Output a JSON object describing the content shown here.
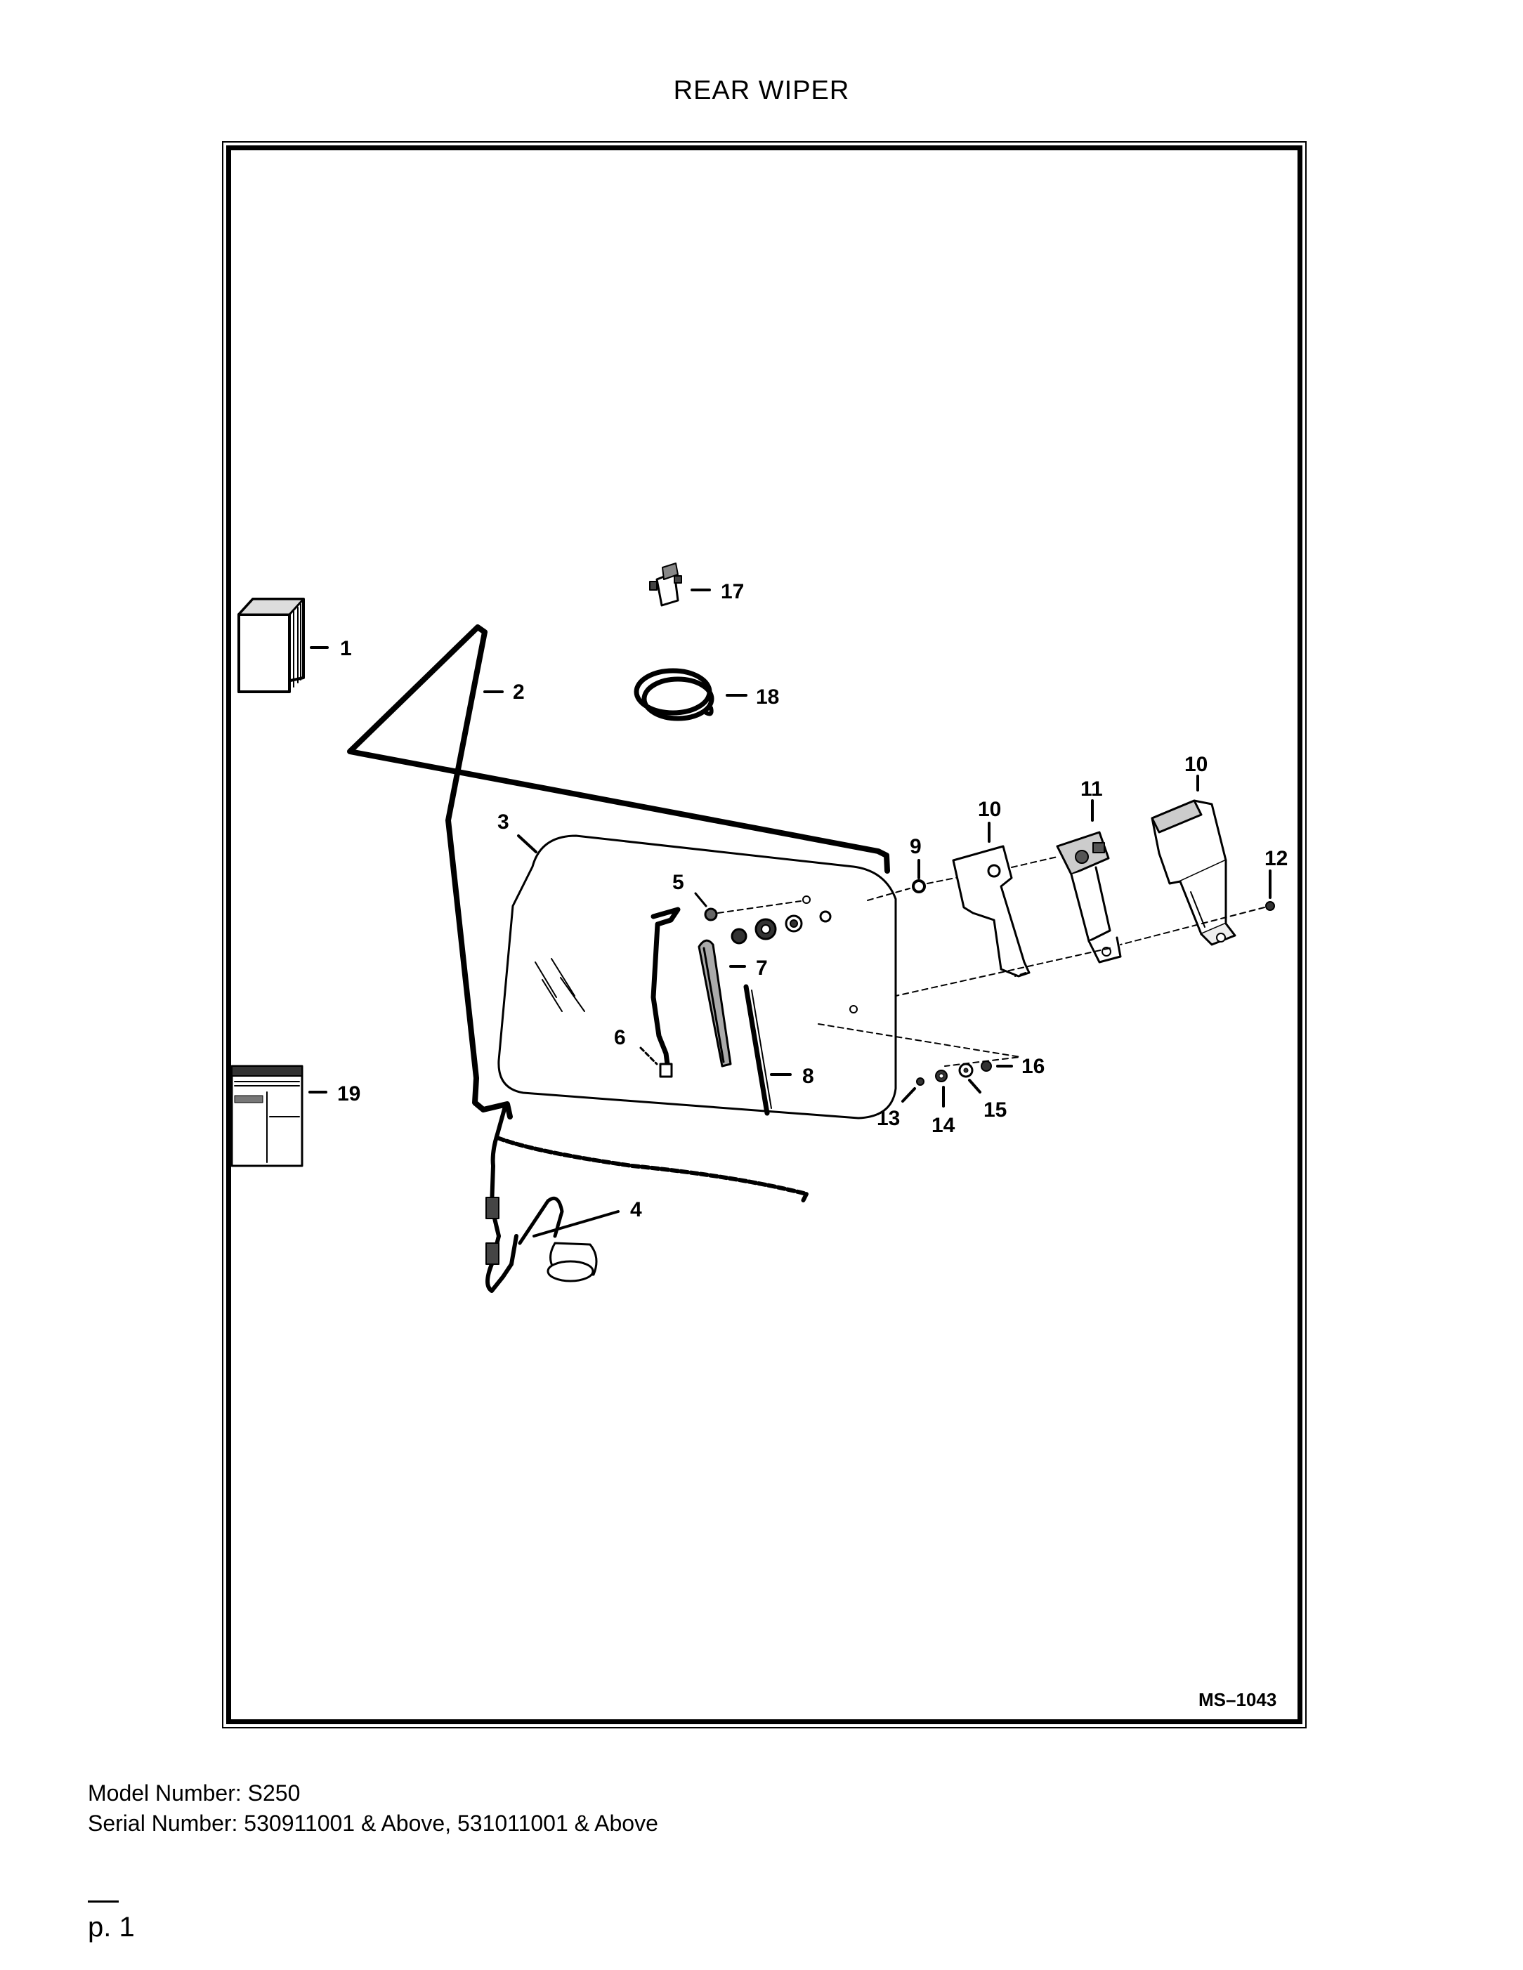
{
  "title": "REAR WIPER",
  "drawing_id": "MS–1043",
  "callouts": [
    {
      "id": "c1",
      "label": "1"
    },
    {
      "id": "c2",
      "label": "2"
    },
    {
      "id": "c3",
      "label": "3"
    },
    {
      "id": "c4",
      "label": "4"
    },
    {
      "id": "c5",
      "label": "5"
    },
    {
      "id": "c6",
      "label": "6"
    },
    {
      "id": "c7",
      "label": "7"
    },
    {
      "id": "c8",
      "label": "8"
    },
    {
      "id": "c9",
      "label": "9"
    },
    {
      "id": "c10a",
      "label": "10"
    },
    {
      "id": "c10b",
      "label": "10"
    },
    {
      "id": "c11",
      "label": "11"
    },
    {
      "id": "c12",
      "label": "12"
    },
    {
      "id": "c13",
      "label": "13"
    },
    {
      "id": "c14",
      "label": "14"
    },
    {
      "id": "c15",
      "label": "15"
    },
    {
      "id": "c16",
      "label": "16"
    },
    {
      "id": "c17",
      "label": "17"
    },
    {
      "id": "c18",
      "label": "18"
    },
    {
      "id": "c19",
      "label": "19"
    }
  ],
  "model_line": "Model Number: S250",
  "serial_line": "Serial Number: 530911001 & Above, 531011001 & Above",
  "page_label": "p. 1"
}
